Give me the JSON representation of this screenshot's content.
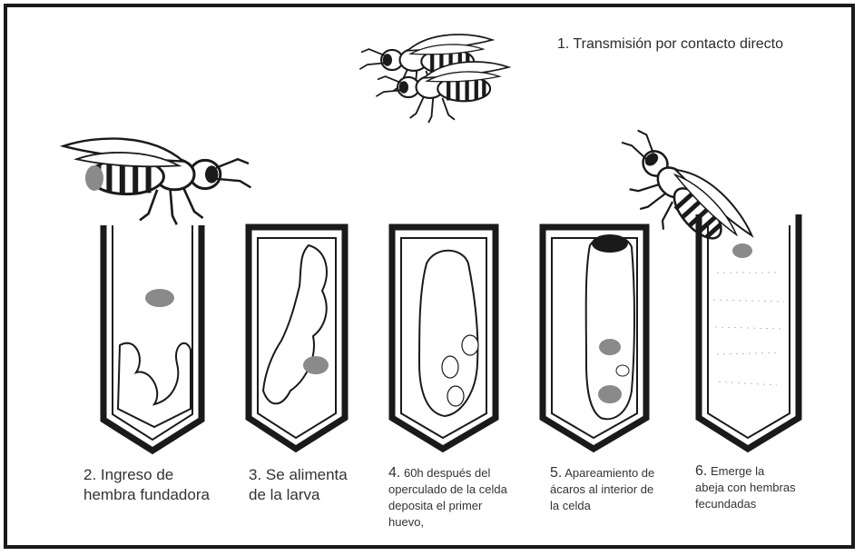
{
  "title": "1. Transmisión por contacto directo",
  "steps": [
    {
      "num": "2.",
      "text_lines": [
        "Ingreso de",
        "hembra fundadora"
      ]
    },
    {
      "num": "3.",
      "text_lines": [
        "Se alimenta",
        "de la larva"
      ]
    },
    {
      "num": "4.",
      "text_lines": [
        "60h después del",
        "operculado de la celda",
        "deposita el primer",
        "huevo,"
      ]
    },
    {
      "num": "5.",
      "text_lines": [
        "Apareamiento de",
        "ácaros al interior de",
        "la celda"
      ]
    },
    {
      "num": "6.",
      "text_lines": [
        "Emerge la",
        "abeja con hembras",
        "fecundadas"
      ]
    }
  ],
  "colors": {
    "ink": "#1a1a1a",
    "mite": "#8a8a8a",
    "text": "#333333"
  },
  "icons": [
    "bee-icon",
    "mite-icon",
    "larva-icon",
    "pupa-icon",
    "brood-cell-icon"
  ]
}
